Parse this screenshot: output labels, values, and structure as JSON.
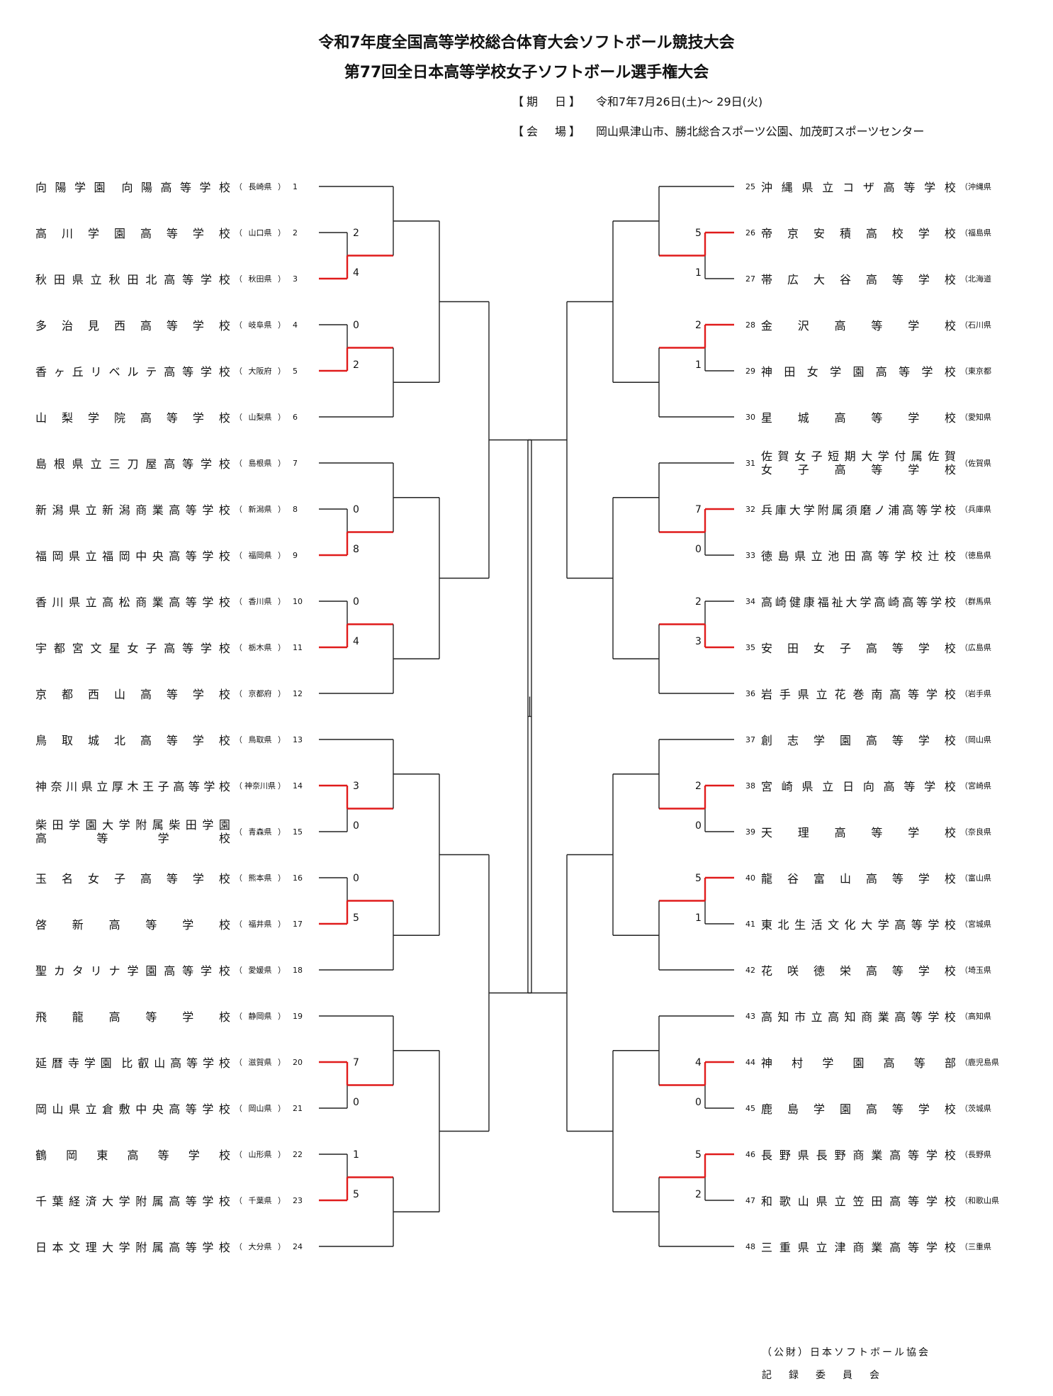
{
  "header": {
    "title_line1": "令和7年度全国高等学校総合体育大会ソフトボール競技大会",
    "title_line2": "第77回全日本高等学校女子ソフトボール選手権大会",
    "date_label": "【期　日】",
    "date_value": "令和7年7月26日(土)～ 29日(火)",
    "venue_label": "【会　場】",
    "venue_value": "岡山県津山市、勝北総合スポーツ公園、加茂町スポーツセンター"
  },
  "teams": [
    {
      "no": "1",
      "lines": [
        "向陽学園 向陽高等学校"
      ],
      "pref": "長崎県"
    },
    {
      "no": "2",
      "lines": [
        "高川学園高等学校"
      ],
      "pref": "山口県"
    },
    {
      "no": "3",
      "lines": [
        "秋田県立秋田北高等学校"
      ],
      "pref": "秋田県"
    },
    {
      "no": "4",
      "lines": [
        "多治見西高等学校"
      ],
      "pref": "岐阜県"
    },
    {
      "no": "5",
      "lines": [
        "香ヶ丘リベルテ高等学校"
      ],
      "pref": "大阪府"
    },
    {
      "no": "6",
      "lines": [
        "山梨学院高等学校"
      ],
      "pref": "山梨県"
    },
    {
      "no": "7",
      "lines": [
        "島根県立三刀屋高等学校"
      ],
      "pref": "島根県"
    },
    {
      "no": "8",
      "lines": [
        "新潟県立新潟商業高等学校"
      ],
      "pref": "新潟県"
    },
    {
      "no": "9",
      "lines": [
        "福岡県立福岡中央高等学校"
      ],
      "pref": "福岡県"
    },
    {
      "no": "10",
      "lines": [
        "香川県立高松商業高等学校"
      ],
      "pref": "香川県"
    },
    {
      "no": "11",
      "lines": [
        "宇都宮文星女子高等学校"
      ],
      "pref": "栃木県"
    },
    {
      "no": "12",
      "lines": [
        "京都西山高等学校"
      ],
      "pref": "京都府"
    },
    {
      "no": "13",
      "lines": [
        "鳥取城北高等学校"
      ],
      "pref": "鳥取県"
    },
    {
      "no": "14",
      "lines": [
        "神奈川県立厚木王子高等学校"
      ],
      "pref": "神奈川県"
    },
    {
      "no": "15",
      "lines": [
        "柴田学園大学附属柴田学園",
        "高等学校"
      ],
      "pref": "青森県"
    },
    {
      "no": "16",
      "lines": [
        "玉名女子高等学校"
      ],
      "pref": "熊本県"
    },
    {
      "no": "17",
      "lines": [
        "啓新高等学校"
      ],
      "pref": "福井県"
    },
    {
      "no": "18",
      "lines": [
        "聖カタリナ学園高等学校"
      ],
      "pref": "愛媛県"
    },
    {
      "no": "19",
      "lines": [
        "飛龍高等学校"
      ],
      "pref": "静岡県"
    },
    {
      "no": "20",
      "lines": [
        "延暦寺学園 比叡山高等学校"
      ],
      "pref": "滋賀県"
    },
    {
      "no": "21",
      "lines": [
        "岡山県立倉敷中央高等学校"
      ],
      "pref": "岡山県"
    },
    {
      "no": "22",
      "lines": [
        "鶴岡東高等学校"
      ],
      "pref": "山形県"
    },
    {
      "no": "23",
      "lines": [
        "千葉経済大学附属高等学校"
      ],
      "pref": "千葉県"
    },
    {
      "no": "24",
      "lines": [
        "日本文理大学附属高等学校"
      ],
      "pref": "大分県"
    },
    {
      "no": "25",
      "lines": [
        "沖縄県立コザ高等学校"
      ],
      "pref": "沖縄県"
    },
    {
      "no": "26",
      "lines": [
        "帝京安積高校学校"
      ],
      "pref": "福島県"
    },
    {
      "no": "27",
      "lines": [
        "帯広大谷高等学校"
      ],
      "pref": "北海道"
    },
    {
      "no": "28",
      "lines": [
        "金沢高等学校"
      ],
      "pref": "石川県"
    },
    {
      "no": "29",
      "lines": [
        "神田女学園高等学校"
      ],
      "pref": "東京都"
    },
    {
      "no": "30",
      "lines": [
        "星城高等学校"
      ],
      "pref": "愛知県"
    },
    {
      "no": "31",
      "lines": [
        "佐賀女子短期大学付属佐賀",
        "女子高等学校"
      ],
      "pref": "佐賀県"
    },
    {
      "no": "32",
      "lines": [
        "兵庫大学附属須磨ノ浦高等学校"
      ],
      "pref": "兵庫県"
    },
    {
      "no": "33",
      "lines": [
        "徳島県立池田高等学校辻校"
      ],
      "pref": "徳島県"
    },
    {
      "no": "34",
      "lines": [
        "高崎健康福祉大学高崎高等学校"
      ],
      "pref": "群馬県"
    },
    {
      "no": "35",
      "lines": [
        "安田女子高等学校"
      ],
      "pref": "広島県"
    },
    {
      "no": "36",
      "lines": [
        "岩手県立花巻南高等学校"
      ],
      "pref": "岩手県"
    },
    {
      "no": "37",
      "lines": [
        "創志学園高等学校"
      ],
      "pref": "岡山県"
    },
    {
      "no": "38",
      "lines": [
        "宮崎県立日向高等学校"
      ],
      "pref": "宮崎県"
    },
    {
      "no": "39",
      "lines": [
        "天理高等学校"
      ],
      "pref": "奈良県"
    },
    {
      "no": "40",
      "lines": [
        "龍谷富山高等学校"
      ],
      "pref": "富山県"
    },
    {
      "no": "41",
      "lines": [
        "東北生活文化大学高等学校"
      ],
      "pref": "宮城県"
    },
    {
      "no": "42",
      "lines": [
        "花咲徳栄高等学校"
      ],
      "pref": "埼玉県"
    },
    {
      "no": "43",
      "lines": [
        "高知市立高知商業高等学校"
      ],
      "pref": "高知県"
    },
    {
      "no": "44",
      "lines": [
        "神村学園高等部"
      ],
      "pref": "鹿児島県"
    },
    {
      "no": "45",
      "lines": [
        "鹿島学園高等学校"
      ],
      "pref": "茨城県"
    },
    {
      "no": "46",
      "lines": [
        "長野県長野商業高等学校"
      ],
      "pref": "長野県"
    },
    {
      "no": "47",
      "lines": [
        "和歌山県立笠田高等学校"
      ],
      "pref": "和歌山県"
    },
    {
      "no": "48",
      "lines": [
        "三重県立津商業高等学校"
      ],
      "pref": "三重県"
    }
  ],
  "scores": [
    {
      "top": "2",
      "bottom": "4",
      "winner": "bottom"
    },
    {
      "top": "0",
      "bottom": "2",
      "winner": "bottom"
    },
    {
      "top": "0",
      "bottom": "8",
      "winner": "bottom"
    },
    {
      "top": "0",
      "bottom": "4",
      "winner": "bottom"
    },
    {
      "top": "3",
      "bottom": "0",
      "winner": "top"
    },
    {
      "top": "0",
      "bottom": "5",
      "winner": "bottom"
    },
    {
      "top": "7",
      "bottom": "0",
      "winner": "top"
    },
    {
      "top": "1",
      "bottom": "5",
      "winner": "bottom"
    },
    {
      "top": "5",
      "bottom": "1",
      "winner": "top"
    },
    {
      "top": "2",
      "bottom": "1",
      "winner": "top"
    },
    {
      "top": "7",
      "bottom": "0",
      "winner": "top"
    },
    {
      "top": "2",
      "bottom": "3",
      "winner": "bottom"
    },
    {
      "top": "2",
      "bottom": "0",
      "winner": "top"
    },
    {
      "top": "5",
      "bottom": "1",
      "winner": "top"
    },
    {
      "top": "4",
      "bottom": "0",
      "winner": "top"
    },
    {
      "top": "5",
      "bottom": "2",
      "winner": "top"
    }
  ],
  "footer": {
    "line1": "（公財）日本ソフトボール協会",
    "line2": "記録委員会"
  },
  "colors": {
    "winner_line": "#e01b1b",
    "line": "#222222"
  }
}
